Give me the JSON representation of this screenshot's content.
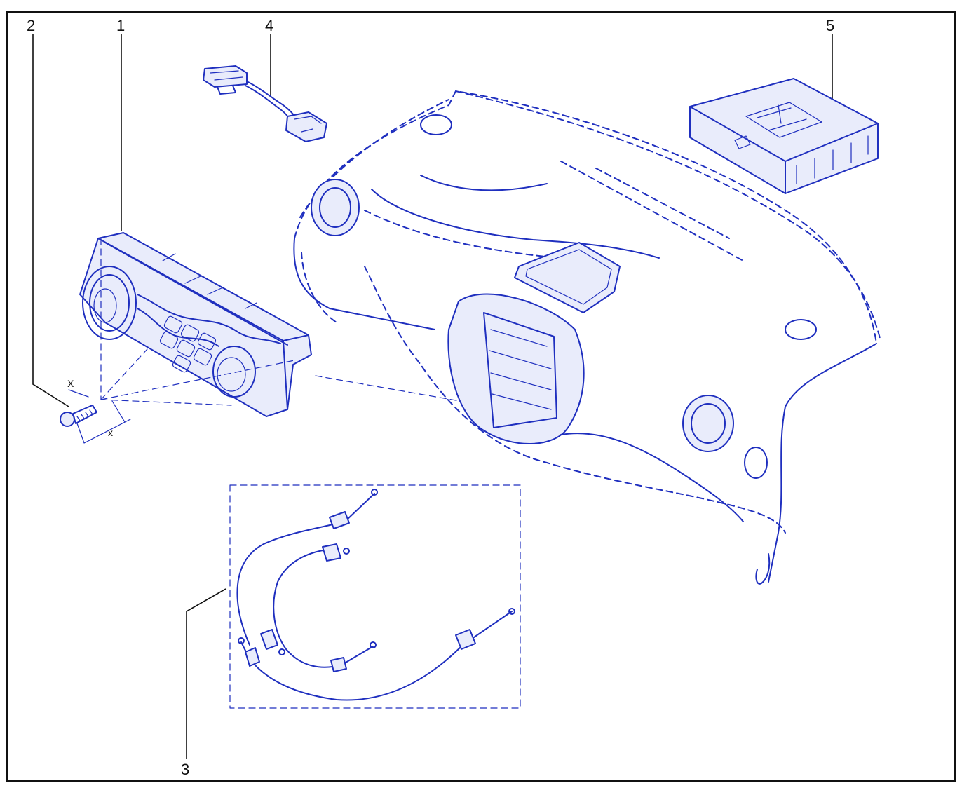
{
  "colors": {
    "ink": "#1f2fbf",
    "tint": "#e9ecfb",
    "frame": "#111111"
  },
  "callouts": [
    {
      "id": "1",
      "label": "1"
    },
    {
      "id": "2",
      "label": "2"
    },
    {
      "id": "3",
      "label": "3"
    },
    {
      "id": "4",
      "label": "4"
    },
    {
      "id": "5",
      "label": "5"
    }
  ],
  "dimensions": {
    "x_upper": "X",
    "x_lower": "x"
  }
}
